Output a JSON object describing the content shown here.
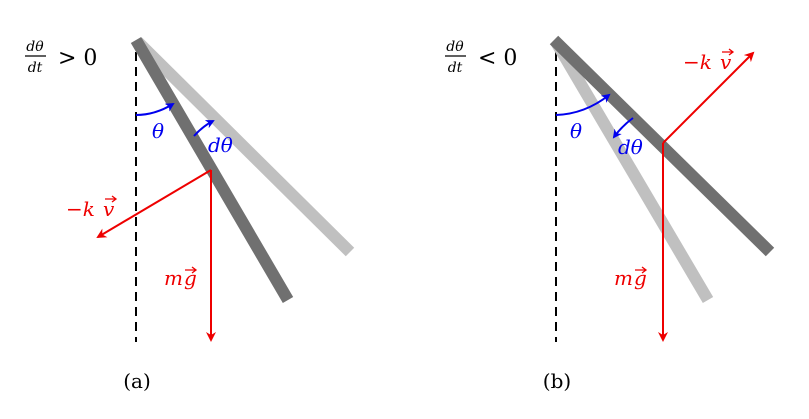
{
  "panels": [
    {
      "caption": "(a)",
      "condition": {
        "numerator": "dθ",
        "denominator": "dt",
        "relation": "> 0"
      },
      "labels": {
        "angle": "θ",
        "dangle": "dθ",
        "force_drag": "−k",
        "force_drag_vec": "v",
        "force_gravity": "m",
        "force_gravity_vec": "g"
      }
    },
    {
      "caption": "(b)",
      "condition": {
        "numerator": "dθ",
        "denominator": "dt",
        "relation": "< 0"
      },
      "labels": {
        "angle": "θ",
        "dangle": "dθ",
        "force_drag": "−k",
        "force_drag_vec": "v",
        "force_gravity": "m",
        "force_gravity_vec": "g"
      }
    }
  ],
  "colors": {
    "rod_dark": "#707070",
    "rod_light": "#c0c0c0",
    "angle_arcs": "#0000ee",
    "forces": "#ee0000",
    "dashed_vertical": "#000000"
  }
}
